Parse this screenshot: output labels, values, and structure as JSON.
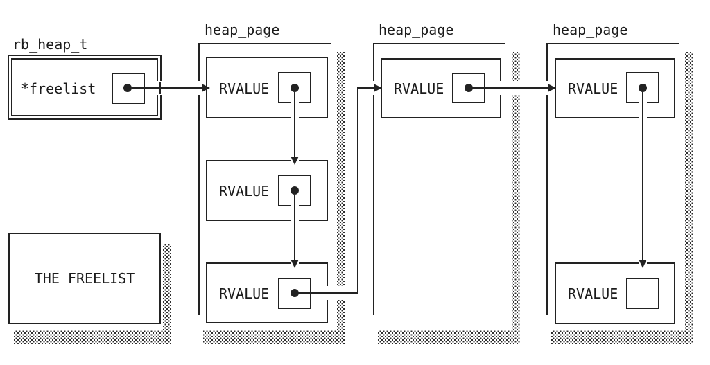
{
  "diagram": {
    "root_struct": {
      "label": "rb_heap_t",
      "field": "*freelist"
    },
    "pages": [
      {
        "label": "heap_page",
        "slots": [
          {
            "label": "RVALUE",
            "pointer": "filled"
          },
          {
            "label": "RVALUE",
            "pointer": "filled"
          },
          {
            "label": "RVALUE",
            "pointer": "filled"
          }
        ]
      },
      {
        "label": "heap_page",
        "slots": [
          {
            "label": "RVALUE",
            "pointer": "filled"
          }
        ]
      },
      {
        "label": "heap_page",
        "slots": [
          {
            "label": "RVALUE",
            "pointer": "filled"
          },
          {
            "label": "RVALUE",
            "pointer": "empty"
          }
        ]
      }
    ],
    "caption": "THE FREELIST",
    "edges": [
      "rb_heap_t.*freelist -> pages.0.slots.0",
      "pages.0.slots.0 -> pages.0.slots.1",
      "pages.0.slots.1 -> pages.0.slots.2",
      "pages.0.slots.2 -> pages.1.slots.0",
      "pages.1.slots.0 -> pages.2.slots.0",
      "pages.2.slots.0 -> pages.2.slots.1",
      "pages.2.slots.1 -> NULL"
    ],
    "colors": {
      "ink": "#222222",
      "paper": "#ffffff",
      "stipple": "#2e2e2e"
    }
  }
}
